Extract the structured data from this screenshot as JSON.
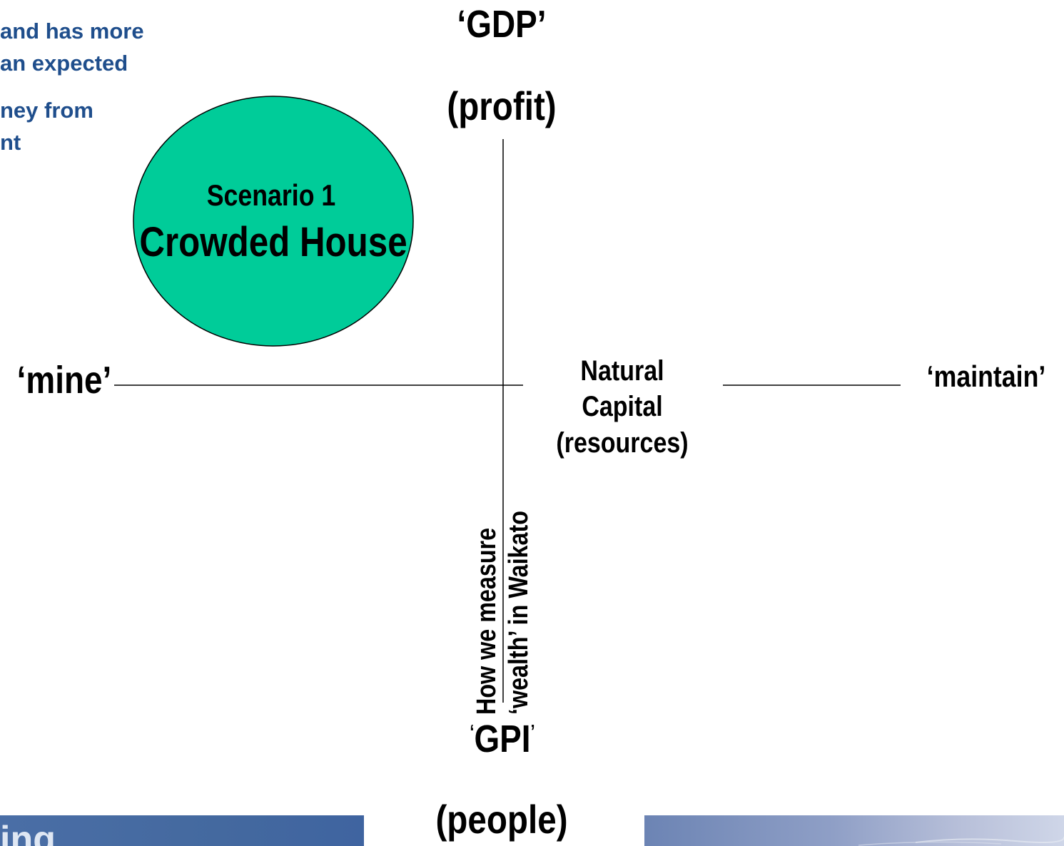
{
  "intro_text": {
    "lines": [
      "and has more",
      "an expected",
      "ney from",
      "nt"
    ]
  },
  "axes": {
    "top_label_1": "‘GDP’",
    "top_label_2": "(profit)",
    "left_label": "‘mine’",
    "right_label": "‘maintain’",
    "center_label_lines": [
      "Natural",
      "Capital",
      "(resources)"
    ],
    "bottom_label_open": "‘",
    "bottom_label_main": "GPI",
    "bottom_label_close": "’",
    "bottom_label_2": "(people)",
    "vertical_caption_line_1": "How we measure",
    "vertical_caption_line_2": "‘wealth’ in Waikato"
  },
  "scenario": {
    "number_label": "Scenario 1",
    "name": "Crowded House",
    "fill_color": "#00cc99"
  },
  "banner": {
    "left_text": "ing"
  }
}
